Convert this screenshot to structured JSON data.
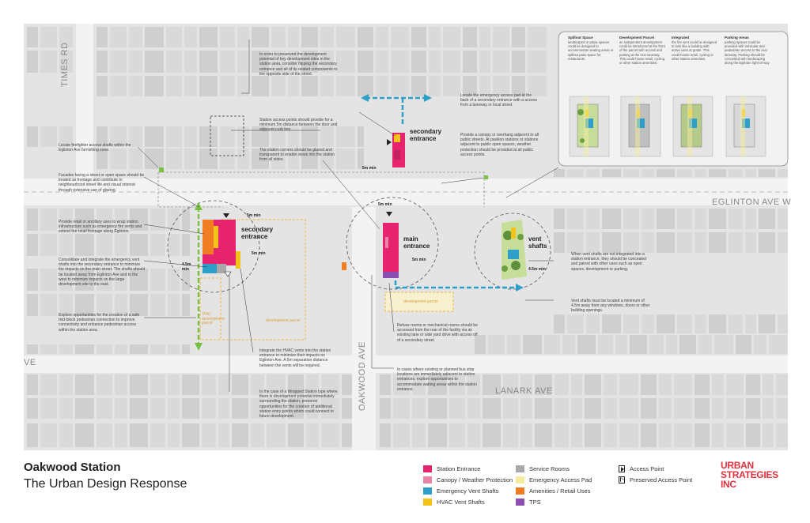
{
  "title": "Oakwood Station",
  "subtitle": "The Urban Design Response",
  "logo": {
    "line1": "URBAN",
    "line2": "STRATEGIES",
    "line3": "INC"
  },
  "streets": {
    "times_rd": "TIMES RD",
    "eglinton": "EGLINTON AVE W",
    "oakwood": "OAKWOOD AVE",
    "lanark": "LANARK AVE",
    "partial_left": "VE"
  },
  "map_labels": {
    "secondary_entrance_north": "secondary\nentrance",
    "secondary_entrance_west": "secondary\nentrance",
    "main_entrance": "main\nentrance",
    "vent_shafts": "vent\nshafts",
    "dim_5m_a": "5m min",
    "dim_5m_b": "5m min",
    "dim_5m_c": "5m min",
    "dim_5m_d": "5m min",
    "dim_5m_e": "5m min",
    "dim_45m_a": "4.5m\nmin",
    "dim_45m_b": "4.5m min",
    "parcel_tpa": "TPA/\ndevelopment\nparcel",
    "parcel_west": "development parcel",
    "parcel_main": "development parcel"
  },
  "notes": {
    "flip_secondary": "In order to preserved the development potential of key development sites in the station area, consider flipping the secondary entrance and all of its related components to the opposite side of the street.",
    "emergency_access": "Locate the emergency access pad at the back of a secondary entrance with a access from a laneway or local street.",
    "access_points": "Station access points should provide for a minimum 5m distance between the door and adjacent curb line.",
    "canopy": "Provide a canopy or overhang adjacent to all public streets. At pavilion stations or stations adjacent to public open spaces, weather protection should be provided at all public access points.",
    "station_corners": "The station corners should be glazed and transparent to enable views into the station from all sides.",
    "firefighter": "Locate firefighter access shafts within the Eglinton Ave furnishing zone.",
    "facades": "Facades facing a street or open space should be treated as frontage and contribute to neighbourhood street life and visual interest through extensive use of glazing.",
    "retail": "Provide retail or ancillary uses to wrap station infrastructure such as emergency fire vents and extend the retail frontage along Eglinton.",
    "consolidate": "Consolidate and integrate the emergency vent shafts into the secondary entrance to minimize the impacts on the main street. The shafts should be located away from Eglinton Ave and to the west to minimize impacts on the large development site to the east.",
    "pedestrian": "Explore opportunities for the creation of a safe mid-block pedestrian connection to improve connectivity and enhance pedestrian access within the station area.",
    "hvac": "Integrate the HVAC vents into the station entrance to minimize their impacts on Eglinton Ave. A 5m separation distance between the vents will be required.",
    "wrapped": "In the case of a Wrapped Station type where there is development potential immediately surrounding the station, preserve opportunities for the creation of additional station entry points which could connect to future development.",
    "refuse": "Refuse rooms or mechanical rooms should be accessed from the rear of the facility via an existing lane or side yard drive with access off of a secondary street.",
    "bus_stop": "In cases where existing or planned bus stop locations are immediately adjacent to station entrances, explore opportunities to accommodate waiting areas within the station entrance.",
    "vent_integrated": "When vent shafts are not integrated into a station entrance, they should be concealed and paired with other uses such as open spaces, development or parking.",
    "vent_distance": "Vent shafts must be located a minimum of 4.5m away from any windows, doors or other building openings."
  },
  "inset_panels": [
    {
      "heading": "Spillout Space",
      "text": "landscaped or plaza spaces could be designed to accommodate seating areas or spillout patio space for restaurants."
    },
    {
      "heading": "Development Parcel",
      "text": "an independent development could be introduced at the front of the parcel with access and parking at the rear laneway. This could house retail, cycling or other station amenities."
    },
    {
      "heading": "Integrated",
      "text": "the fire vent could be designed to look like a building with active uses at grade. This could house retail, cycling or other station amenities."
    },
    {
      "heading": "Parking Areas",
      "text": "parking spaces could be provided with vehicular and pedestrian access to the rear laneway. Parking should be concealed with landscaping along the Eglinton right-of-way"
    }
  ],
  "legend": [
    {
      "label": "Station Entrance",
      "color": "#e6246e",
      "kind": "swatch"
    },
    {
      "label": "Canopy / Weather Protection",
      "color": "#e885a8",
      "kind": "swatch"
    },
    {
      "label": "Emergency Vent Shafts",
      "color": "#2e9fc9",
      "kind": "swatch"
    },
    {
      "label": "HVAC Vent Shafts",
      "color": "#f2c318",
      "kind": "swatch"
    },
    {
      "label": "Service Rooms",
      "color": "#a8a8a8",
      "kind": "swatch"
    },
    {
      "label": "Emergency Access Pad",
      "color": "#f3ec9c",
      "kind": "swatch"
    },
    {
      "label": "Amenities / Retail Uses",
      "color": "#ef7d23",
      "kind": "swatch"
    },
    {
      "label": "TPS",
      "color": "#8a4fb0",
      "kind": "swatch"
    },
    {
      "label": "Access Point",
      "color": "#222222",
      "kind": "arrow"
    },
    {
      "label": "Preserved Access Point",
      "color": "#222222",
      "kind": "arrow-open"
    }
  ],
  "colors": {
    "block": "#d9d9d9",
    "block_dark": "#cfcfcf",
    "street": "#f2f2f2",
    "station": "#e6246e",
    "connection_green": "#7ac143",
    "connection_blue": "#2e9fc9",
    "parcel_outline": "#f0b445",
    "logo_red": "#e3313d"
  }
}
